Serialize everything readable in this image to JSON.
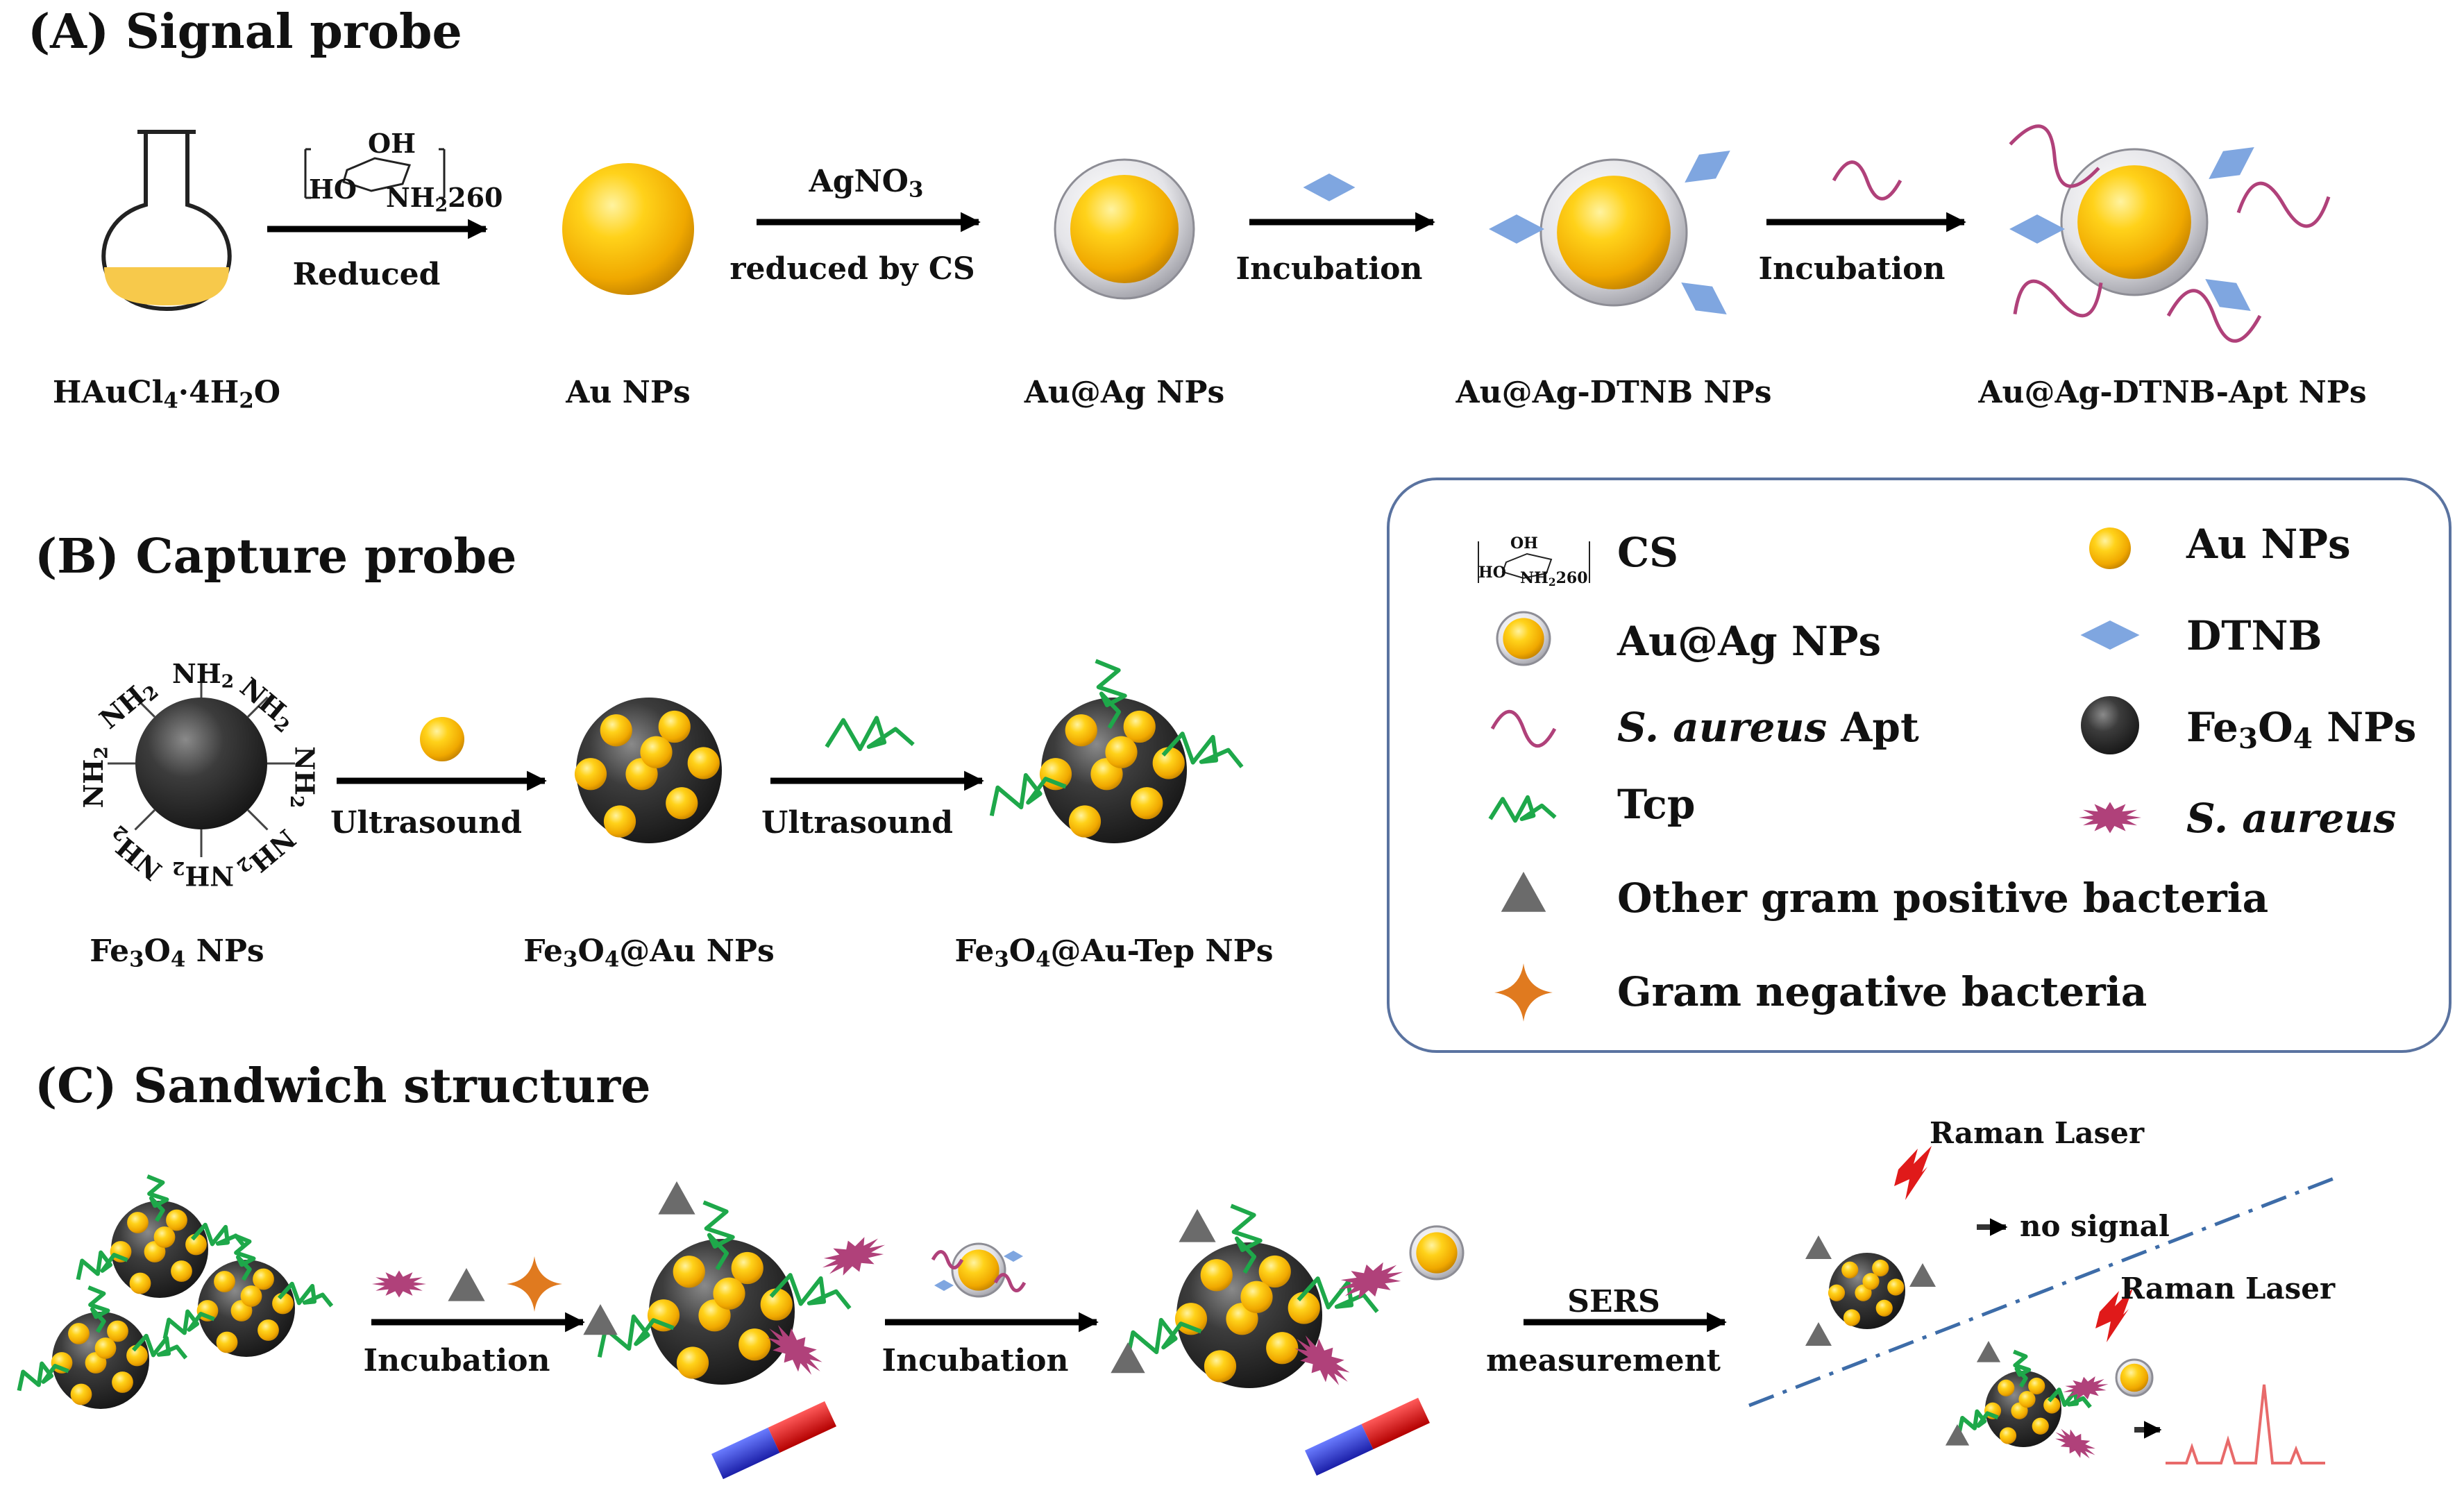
{
  "sections": {
    "a": "(A) Signal probe",
    "b": "(B) Capture probe",
    "c": "(C) Sandwich structure"
  },
  "panel_a": {
    "arrows": {
      "reduced": "Reduced",
      "agno3_main": "AgNO",
      "agno3_sub": "3",
      "reduced_by_cs": "reduced by CS",
      "incubation_1": "Incubation",
      "incubation_2": "Incubation"
    },
    "cs_structure_labels": {
      "oh": "OH",
      "ho": "HO",
      "nh2": "NH",
      "nh2_sub": "2",
      "repeat": "260"
    },
    "labels": {
      "hauc_a": "HAuCl",
      "hauc_b": "4",
      "hauc_c": "·4H",
      "hauc_d": "2",
      "hauc_e": "O",
      "au_nps": "Au NPs",
      "auag_nps": "Au@Ag NPs",
      "auag_dtnb": "Au@Ag-DTNB NPs",
      "auag_dtnb_apt": "Au@Ag-DTNB-Apt NPs"
    }
  },
  "panel_b": {
    "nh2": "NH",
    "nh2_sub": "2",
    "arrows": {
      "ultrasound_1": "Ultrasound",
      "ultrasound_2": "Ultrasound"
    },
    "labels": {
      "fe3o4_a": "Fe",
      "fe3o4_b": "3",
      "fe3o4_c": "O",
      "fe3o4_d": "4",
      "fe3o4_e": " NPs",
      "fe3o4au_e": "@Au NPs",
      "fe3o4autep_e": "@Au-Tep NPs"
    }
  },
  "legend": {
    "cs": "CS",
    "au_nps": "Au NPs",
    "auag_nps": "Au@Ag NPs",
    "dtnb": "DTNB",
    "apt_italic": "S. aureus",
    "apt_rest": " Apt",
    "fe3o4_a": "Fe",
    "fe3o4_b": "3",
    "fe3o4_c": "O",
    "fe3o4_d": "4",
    "fe3o4_e": " NPs",
    "tcp": "Tcp",
    "s_aureus": "S. aureus",
    "other_gram_pos": "Other gram positive bacteria",
    "gram_neg": "Gram negative bacteria"
  },
  "panel_c": {
    "incubation_1": "Incubation",
    "incubation_2": "Incubation",
    "sers": "SERS",
    "measurement": "measurement",
    "raman_laser_1": "Raman Laser",
    "raman_laser_2": "Raman Laser",
    "no_signal": "no signal"
  },
  "colors": {
    "gold": "#f5b400",
    "silver": "#c8c8cc",
    "dtnb": "#7fa6e0",
    "apt": "#b0417a",
    "tcp": "#1ea84a",
    "s_aureus": "#b0417a",
    "gram_pos": "#6b6b6b",
    "gram_neg": "#e07a1f",
    "fe3o4": "#2e2e2e",
    "legend_border": "#5a73a0",
    "laser": "#e01a1a",
    "spectrum": "#e86a6a",
    "divider": "#3d6ca8"
  },
  "icons": [
    "flask-icon",
    "arrow-icon",
    "magnet-icon",
    "laser-bolt-icon",
    "spectrum-icon"
  ]
}
